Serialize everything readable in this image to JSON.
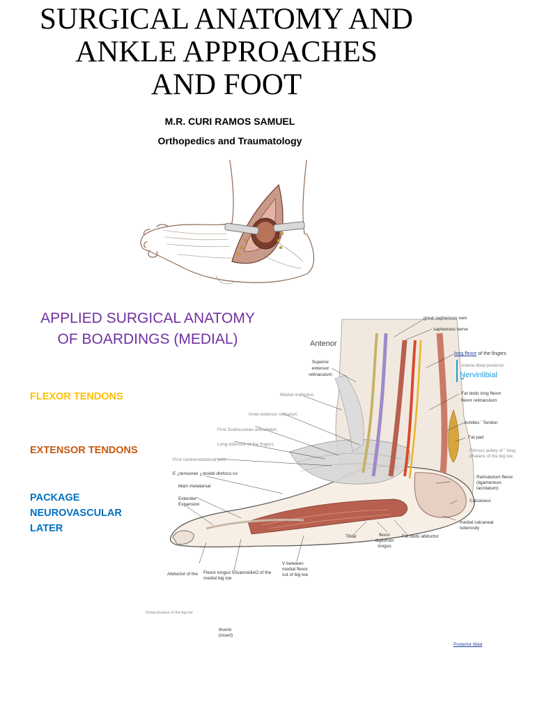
{
  "title_lines": [
    "SURGICAL ANATOMY AND",
    "ANKLE APPROACHES",
    "AND FOOT"
  ],
  "author": "M.R. CURI RAMOS SAMUEL",
  "department": "Orthopedics and Traumatology",
  "section_title_lines": [
    "APPLIED SURGICAL ANATOMY",
    "OF BOARDINGS (MEDIAL)"
  ],
  "legend": {
    "flexor": {
      "text": "FLEXOR TENDONS",
      "color": "#ffc000"
    },
    "extensor": {
      "text": "EXTENSOR TENDONS",
      "color": "#c55a11"
    },
    "neuro_lines": [
      "PACKAGE",
      "NEUROVASCULAR",
      "LATER"
    ],
    "neuro_color": "#0070c0"
  },
  "labels": {
    "great_saphenous": "great saphenous vein",
    "saphenous_nerve": "saphenous nerve",
    "long_flexor_underlined": "long flexor",
    "long_flexor_rest": " of the fingers",
    "arteria": "Arteria tibial posterior",
    "nervinlibial": "Nervinlibial",
    "anterior": "Antenor",
    "superior_extensor": "Superior extensor retinaculum",
    "medial_malleolus": "Medial malleolus",
    "fat_dodo_long_flexor": "Fat dodo long flexor",
    "flexor_retinaculum": "flexor retinaculum",
    "inner_extensor": "Inner extensor reticulum",
    "achilles": "Achilles ' Tendon",
    "first_scalo": "First Scalocunean articulation",
    "fat_pad": "Fat pad",
    "long_extensor": "Long extensor of the fingers",
    "fibrous_pulley": "Fibrous pulley of \" long phalanx of the big toe",
    "first_cuneo": "First cuneometatarsal joint",
    "e_tensioner": "E ¿tensioner ¿rpoddi drefoco co",
    "retinaculum_flexor": "Retinatulum flexor (ligamentum lacinlatum)",
    "main_metatarsal": "Main metatarsal",
    "extender_expansion": "Extender Expansion",
    "calcaneus": "Calcaneus",
    "medial_calcaneal": "medial calcaneal tuberosity",
    "tibial": "Tibial",
    "flexor_digitorum": "flexor digitorum longus",
    "fat_dodo_abductor": "Fat dodo abductor",
    "abductor_big_toe": "Abductor of the",
    "flexor_longus": "Flexor longus 50samoidieO of the medial big toe",
    "v_between": "V between medial flexor cut of big toe",
    "distal_phalanx": "Distal phalanx of the big toe",
    "thumb_insert": "thumb (insert)",
    "posterior_tibial": "Posterior tibial"
  }
}
